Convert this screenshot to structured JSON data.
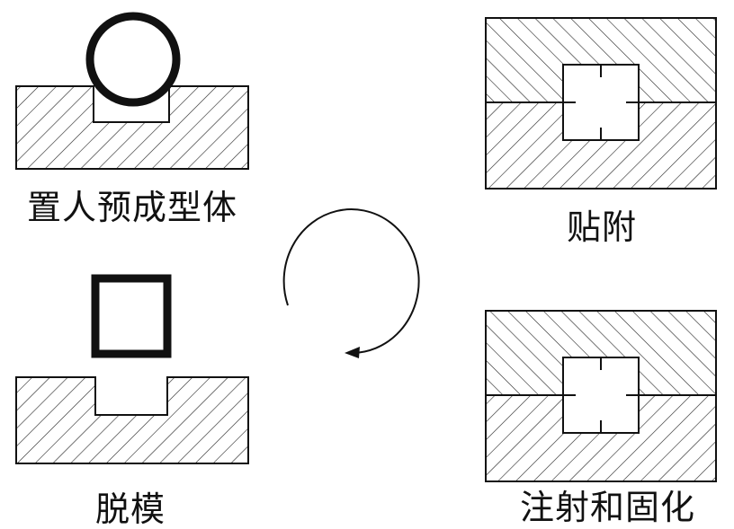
{
  "steps": [
    {
      "id": "insert",
      "label": "置人预成型体"
    },
    {
      "id": "attach",
      "label": "贴附"
    },
    {
      "id": "inject",
      "label": "注射和固化"
    },
    {
      "id": "demold",
      "label": "脱模"
    }
  ],
  "cycle": {
    "direction": "clockwise",
    "arrow": "cycle-arrow"
  },
  "colors": {
    "ink": "#111111",
    "hatch": "#222222",
    "background": "#ffffff"
  }
}
